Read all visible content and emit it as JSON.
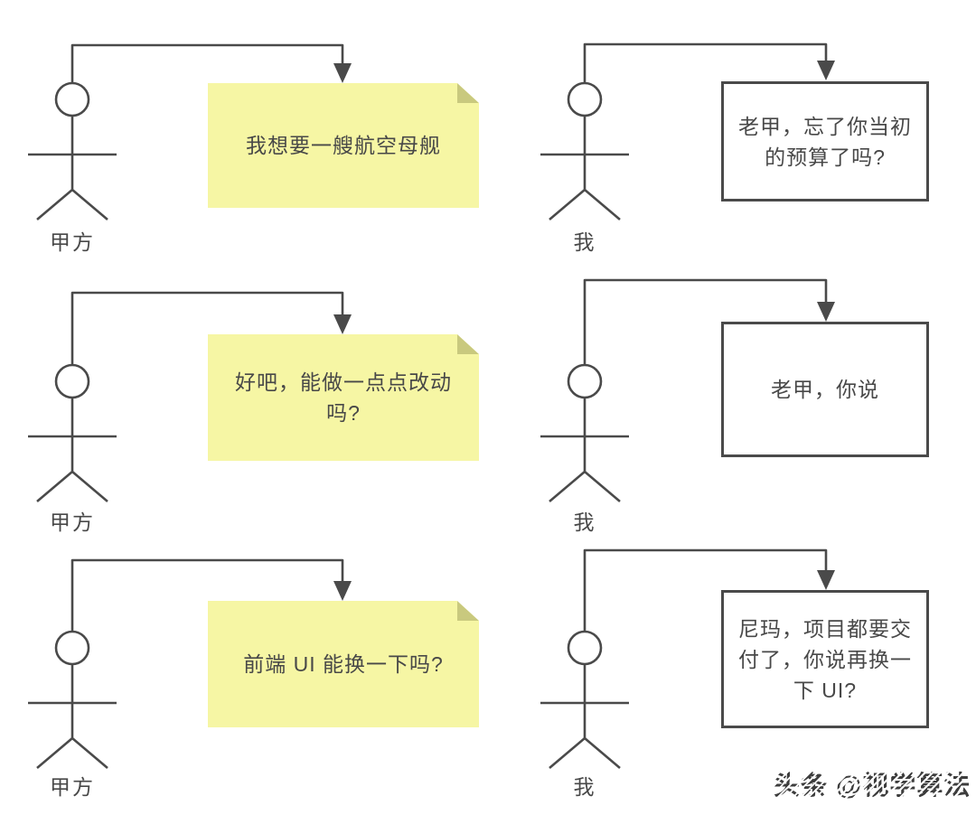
{
  "meta": {
    "description": "Six-panel stick-figure comic about a client (甲方) making requests and the developer (我) responding",
    "layout": "3 rows x 2 columns"
  },
  "colors": {
    "background": "#ffffff",
    "line": "#4a4a4a",
    "note_fill": "#f6f6a4",
    "note_fold": "#c9c97e",
    "box_fill": "#ffffff",
    "box_border": "#4a4a4a",
    "text": "#484848",
    "watermark_text": "#3d3d3d"
  },
  "panels": [
    {
      "row": 1,
      "side": "left",
      "actor": "甲方",
      "bubble_type": "sticky-note",
      "text": "我想要一艘航空母舰"
    },
    {
      "row": 1,
      "side": "right",
      "actor": "我",
      "bubble_type": "rect-box",
      "text": "老甲，忘了你当初的预算了吗?"
    },
    {
      "row": 2,
      "side": "left",
      "actor": "甲方",
      "bubble_type": "sticky-note",
      "text": "好吧，能做一点点改动吗?"
    },
    {
      "row": 2,
      "side": "right",
      "actor": "我",
      "bubble_type": "rect-box",
      "text": "老甲，你说"
    },
    {
      "row": 3,
      "side": "left",
      "actor": "甲方",
      "bubble_type": "sticky-note",
      "text": "前端 UI 能换一下吗?"
    },
    {
      "row": 3,
      "side": "right",
      "actor": "我",
      "bubble_type": "rect-box",
      "text": "尼玛，项目都要交付了，你说再换一下 UI?"
    }
  ],
  "watermark": {
    "text": "头条 @视学算法"
  }
}
